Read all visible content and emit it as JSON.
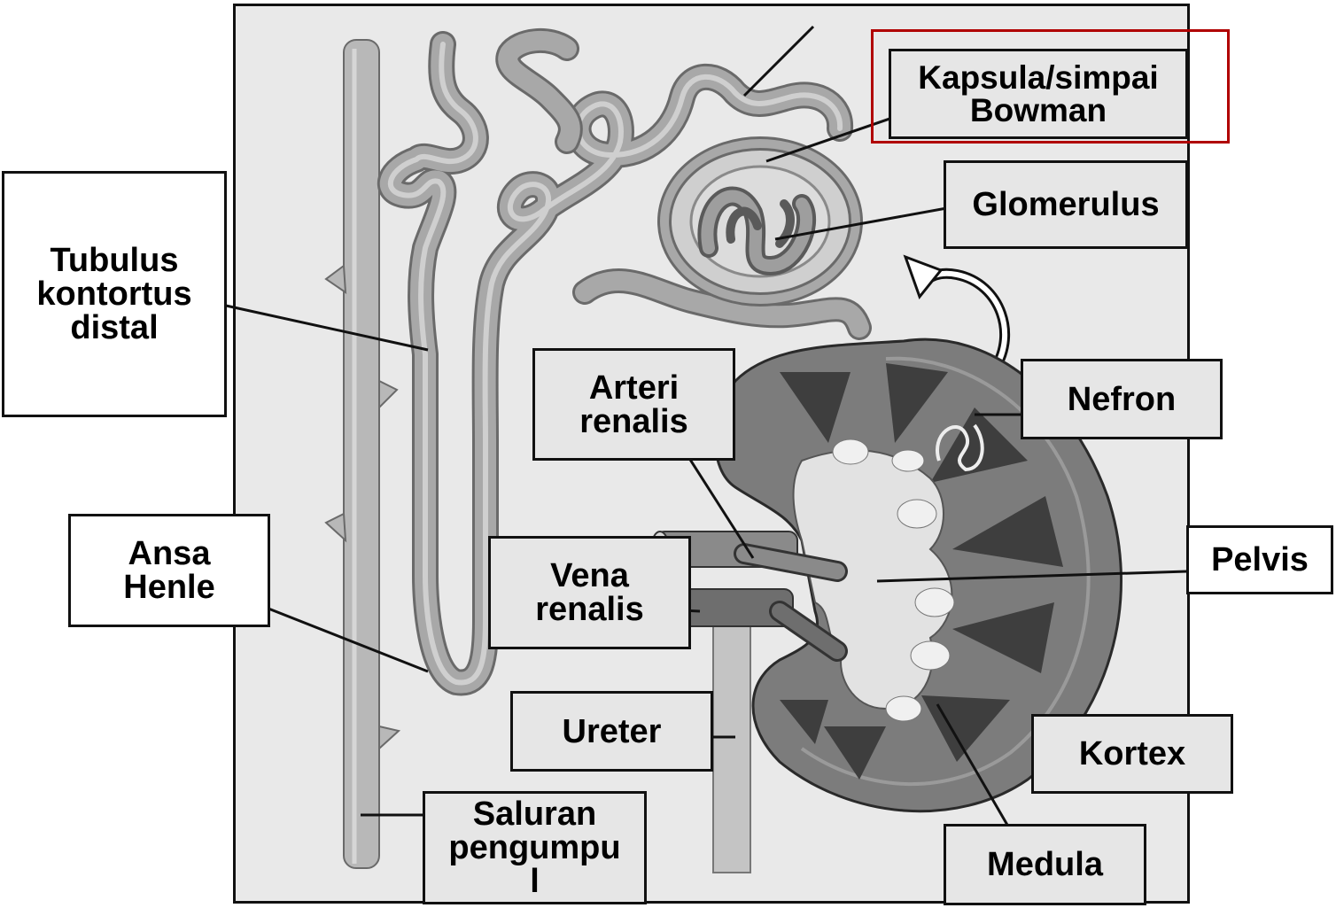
{
  "labels": {
    "kapsula": "Kapsula/simpai\nBowman",
    "glomerulus": "Glomerulus",
    "tubulus": "Tubulus\nkontortus\ndistal",
    "ansa": "Ansa\nHenle",
    "arteri": "Arteri\nrenalis",
    "vena": "Vena\nrenalis",
    "nefron": "Nefron",
    "pelvis": "Pelvis",
    "ureter": "Ureter",
    "kortex": "Kortex",
    "saluran": "Saluran\npengumpu\nl",
    "medula": "Medula"
  },
  "colors": {
    "highlight": "#b00000",
    "frame_fill": "#e9e9e9",
    "tissue": "#9a9a9a",
    "tissue_dark": "#5a5a5a"
  }
}
